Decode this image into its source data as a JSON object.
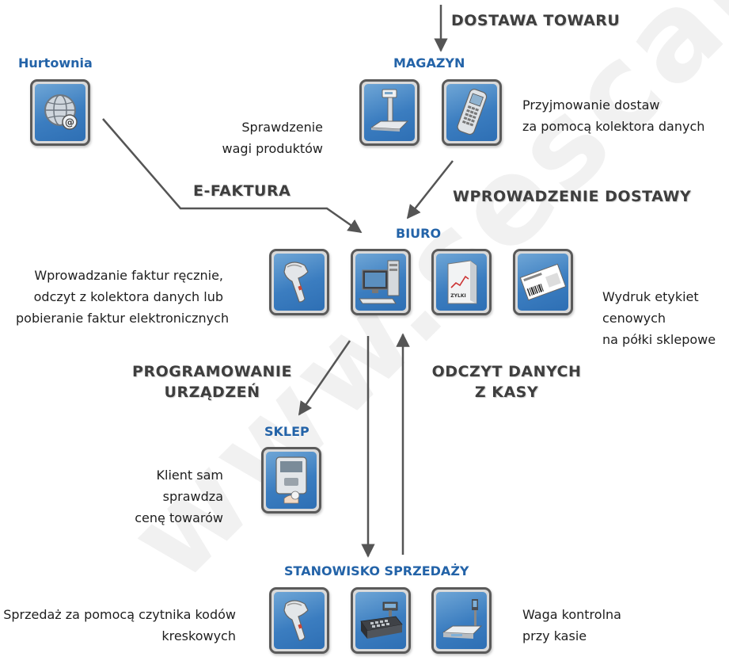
{
  "nodes": {
    "hurtownia": "Hurtownia",
    "magazyn": "MAGAZYN",
    "biuro": "BIURO",
    "sklep": "SKLEP",
    "stanowisko": "STANOWISKO SPRZEDAŻY"
  },
  "flows": {
    "dostawa_towaru": "DOSTAWA TOWARU",
    "e_faktura": "E-FAKTURA",
    "wprowadzenie_dostawy": "WPROWADZENIE DOSTAWY",
    "programowanie_1": "PROGRAMOWANIE",
    "programowanie_2": "URZĄDZEŃ",
    "odczyt_1": "ODCZYT DANYCH",
    "odczyt_2": "Z KASY"
  },
  "descriptions": {
    "sprawdzenie": [
      "Sprawdzenie",
      "wagi produktów"
    ],
    "przyjmowanie": [
      "Przyjmowanie dostaw",
      "za pomocą kolektora danych"
    ],
    "faktury": [
      "Wprowadzanie faktur ręcznie,",
      "odczyt z kolektora danych lub",
      "pobieranie faktur elektronicznych"
    ],
    "wydruk": [
      "Wydruk etykiet",
      "cenowych",
      "na półki sklepowe"
    ],
    "klient": [
      "Klient sam",
      "sprawdza",
      "cenę towarów"
    ],
    "sprzedaz": [
      "Sprzedaż za pomocą czytnika kodów",
      "kreskowych"
    ],
    "waga": [
      "Waga kontrolna",
      "przy kasie"
    ]
  },
  "watermark": "www.sescal.pl",
  "icons": {
    "hurtownia": "globe-email-icon",
    "magazyn_scale": "platform-scale-icon",
    "magazyn_collector": "data-collector-icon",
    "biuro_scanner": "barcode-scanner-icon",
    "biuro_computer": "computer-icon",
    "biuro_software": "software-box-icon",
    "biuro_label": "price-label-icon",
    "sklep_checker": "price-checker-icon",
    "stanowisko_scanner": "barcode-scanner-icon",
    "stanowisko_register": "cash-register-icon",
    "stanowisko_scale": "checkout-scale-icon"
  },
  "software_box_text": "ZYLKI",
  "colors": {
    "title_blue": "#2363a8",
    "flow_gray": "#3e3e3e",
    "arrow_gray": "#555555",
    "tile_blue": "#3b7dc0"
  }
}
